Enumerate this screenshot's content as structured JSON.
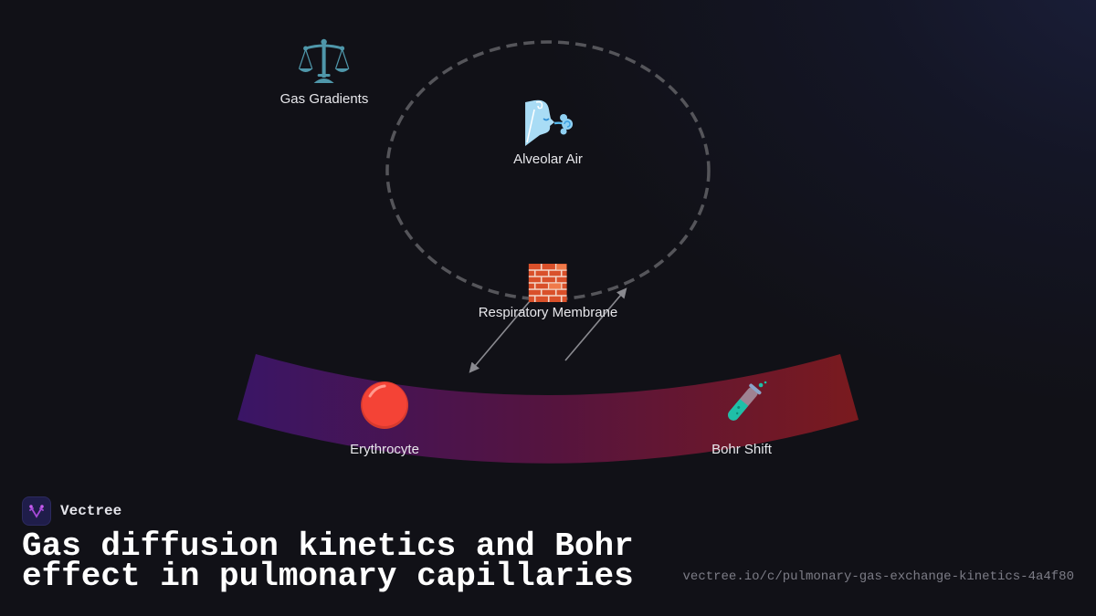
{
  "diagram": {
    "nodes": [
      {
        "id": "gas-gradients",
        "label": "Gas Gradients",
        "icon": "balance-scale-icon",
        "glyph": "⚖️"
      },
      {
        "id": "alveolar-air",
        "label": "Alveolar Air",
        "icon": "wind-face-icon",
        "glyph": "🌬️"
      },
      {
        "id": "respiratory-membrane",
        "label": "Respiratory Membrane",
        "icon": "brick-wall-icon",
        "glyph": "🧱"
      },
      {
        "id": "erythrocyte",
        "label": "Erythrocyte",
        "icon": "red-circle-icon",
        "glyph": "🔴"
      },
      {
        "id": "bohr-shift",
        "label": "Bohr Shift",
        "icon": "test-tube-icon",
        "glyph": "🧪"
      }
    ],
    "edges": [
      {
        "from": "respiratory-membrane",
        "to": "erythrocyte",
        "direction": "down-left"
      },
      {
        "from": "erythrocyte",
        "to": "respiratory-membrane",
        "direction": "up-right"
      }
    ],
    "band": {
      "gradient_start": "#3a1566",
      "gradient_mid": "#55143f",
      "gradient_end": "#7a1a1e"
    },
    "ellipse": {
      "stroke": "#55555a",
      "style": "dashed"
    }
  },
  "footer": {
    "brand": "Vectree",
    "title_line1": "Gas diffusion kinetics and Bohr",
    "title_line2": "effect in pulmonary capillaries",
    "url": "vectree.io/c/pulmonary-gas-exchange-kinetics-4a4f80"
  },
  "colors": {
    "background": "#111117",
    "accent_logo": "#a64ad8",
    "text_primary": "#ffffff",
    "text_muted": "#7c7c86"
  }
}
